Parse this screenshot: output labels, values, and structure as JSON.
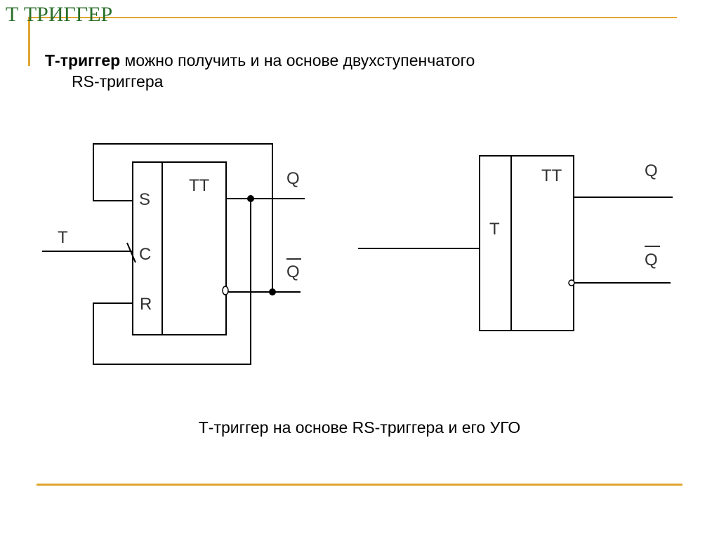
{
  "slide": {
    "title": "Т ТРИГГЕР",
    "intro": {
      "bold": "Т-триггер",
      "rest": " можно получить и на основе двухступенчатого",
      "line2": "RS-триггера"
    },
    "caption": "Т-триггер на основе RS-триггера и его УГО",
    "accent_color": "#e0a631",
    "title_color": "#2a6f2a"
  },
  "circuit_left": {
    "block_label": "TT",
    "inputs": [
      "S",
      "C",
      "R"
    ],
    "input_signal": "T",
    "output_q": "Q",
    "output_q_bar": "Q"
  },
  "circuit_right": {
    "block_label": "TT",
    "input": "T",
    "output_q": "Q",
    "output_q_bar": "Q"
  }
}
